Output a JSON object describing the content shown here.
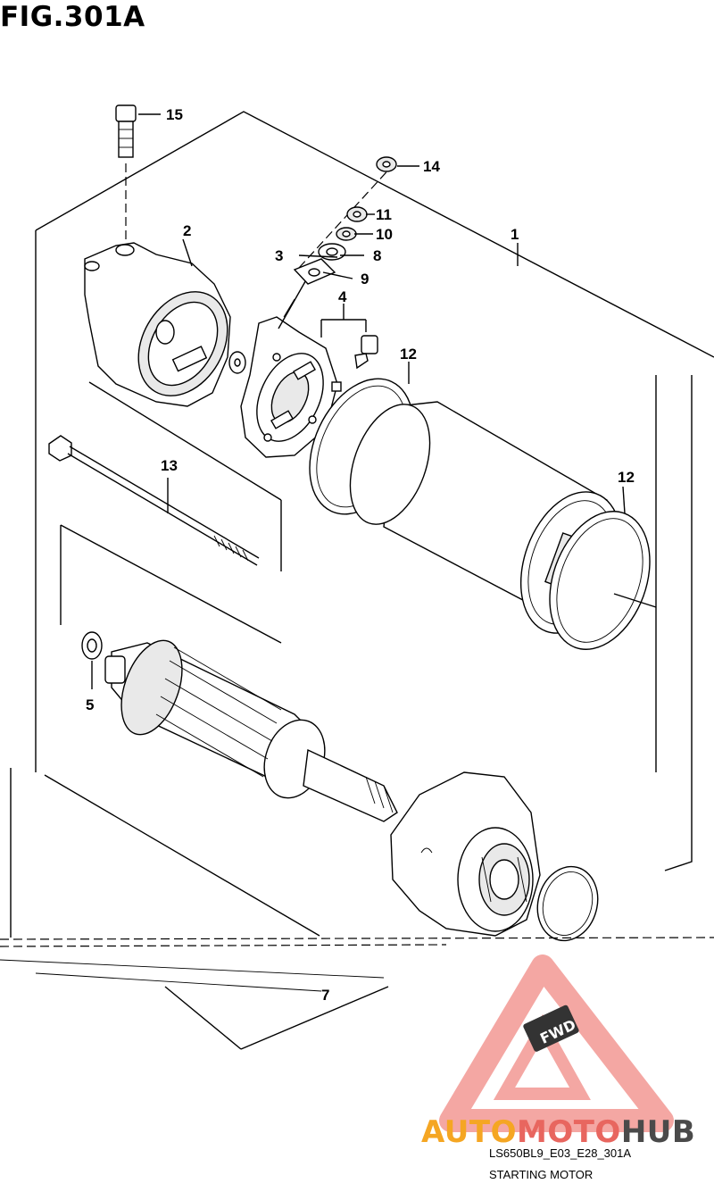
{
  "figure": {
    "title": "FIG.301A",
    "code": "LS650BL9_E03_E28_301A",
    "name": "STARTING MOTOR"
  },
  "callouts": {
    "c1": "1",
    "c2": "2",
    "c3": "3",
    "c4": "4",
    "c5": "5",
    "c7": "7",
    "c8": "8",
    "c9": "9",
    "c10": "10",
    "c11": "11",
    "c12a": "12",
    "c12b": "12",
    "c13": "13",
    "c14": "14",
    "c15": "15"
  },
  "watermark": {
    "badge": "FWD",
    "brand_part1": "AUTO",
    "brand_part2": "MOTO",
    "brand_part3": "HUB",
    "colors": {
      "triangle": "#f08a84",
      "auto": "#f5a623",
      "moto": "#e8665f",
      "hub": "#4a4a4a"
    }
  }
}
